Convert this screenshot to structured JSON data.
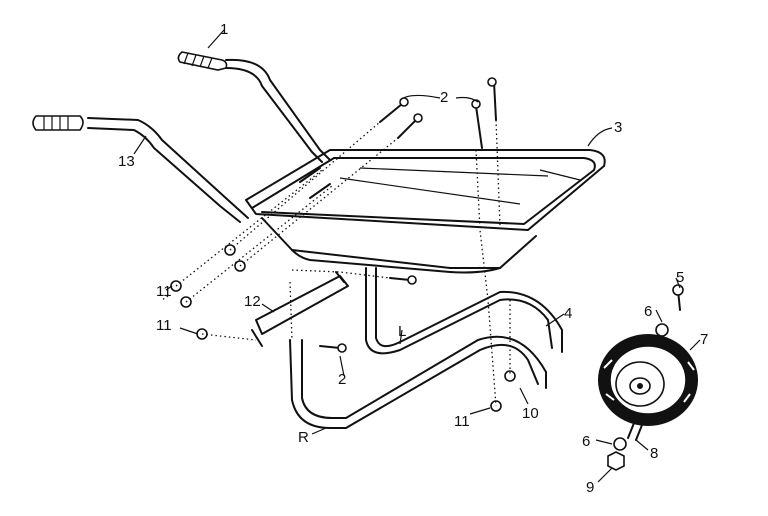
{
  "callouts": [
    {
      "id": "1",
      "text": "1"
    },
    {
      "id": "2a",
      "text": "2"
    },
    {
      "id": "2b",
      "text": "2"
    },
    {
      "id": "3",
      "text": "3"
    },
    {
      "id": "4",
      "text": "4"
    },
    {
      "id": "5",
      "text": "5"
    },
    {
      "id": "6a",
      "text": "6"
    },
    {
      "id": "6b",
      "text": "6"
    },
    {
      "id": "7",
      "text": "7"
    },
    {
      "id": "8",
      "text": "8"
    },
    {
      "id": "9",
      "text": "9"
    },
    {
      "id": "10",
      "text": "10"
    },
    {
      "id": "11a",
      "text": "11"
    },
    {
      "id": "11b",
      "text": "11"
    },
    {
      "id": "11c",
      "text": "11"
    },
    {
      "id": "12",
      "text": "12"
    },
    {
      "id": "13",
      "text": "13"
    },
    {
      "id": "L",
      "text": "L"
    },
    {
      "id": "R",
      "text": "R"
    }
  ],
  "colors": {
    "ink": "#111111",
    "paper": "#ffffff"
  }
}
